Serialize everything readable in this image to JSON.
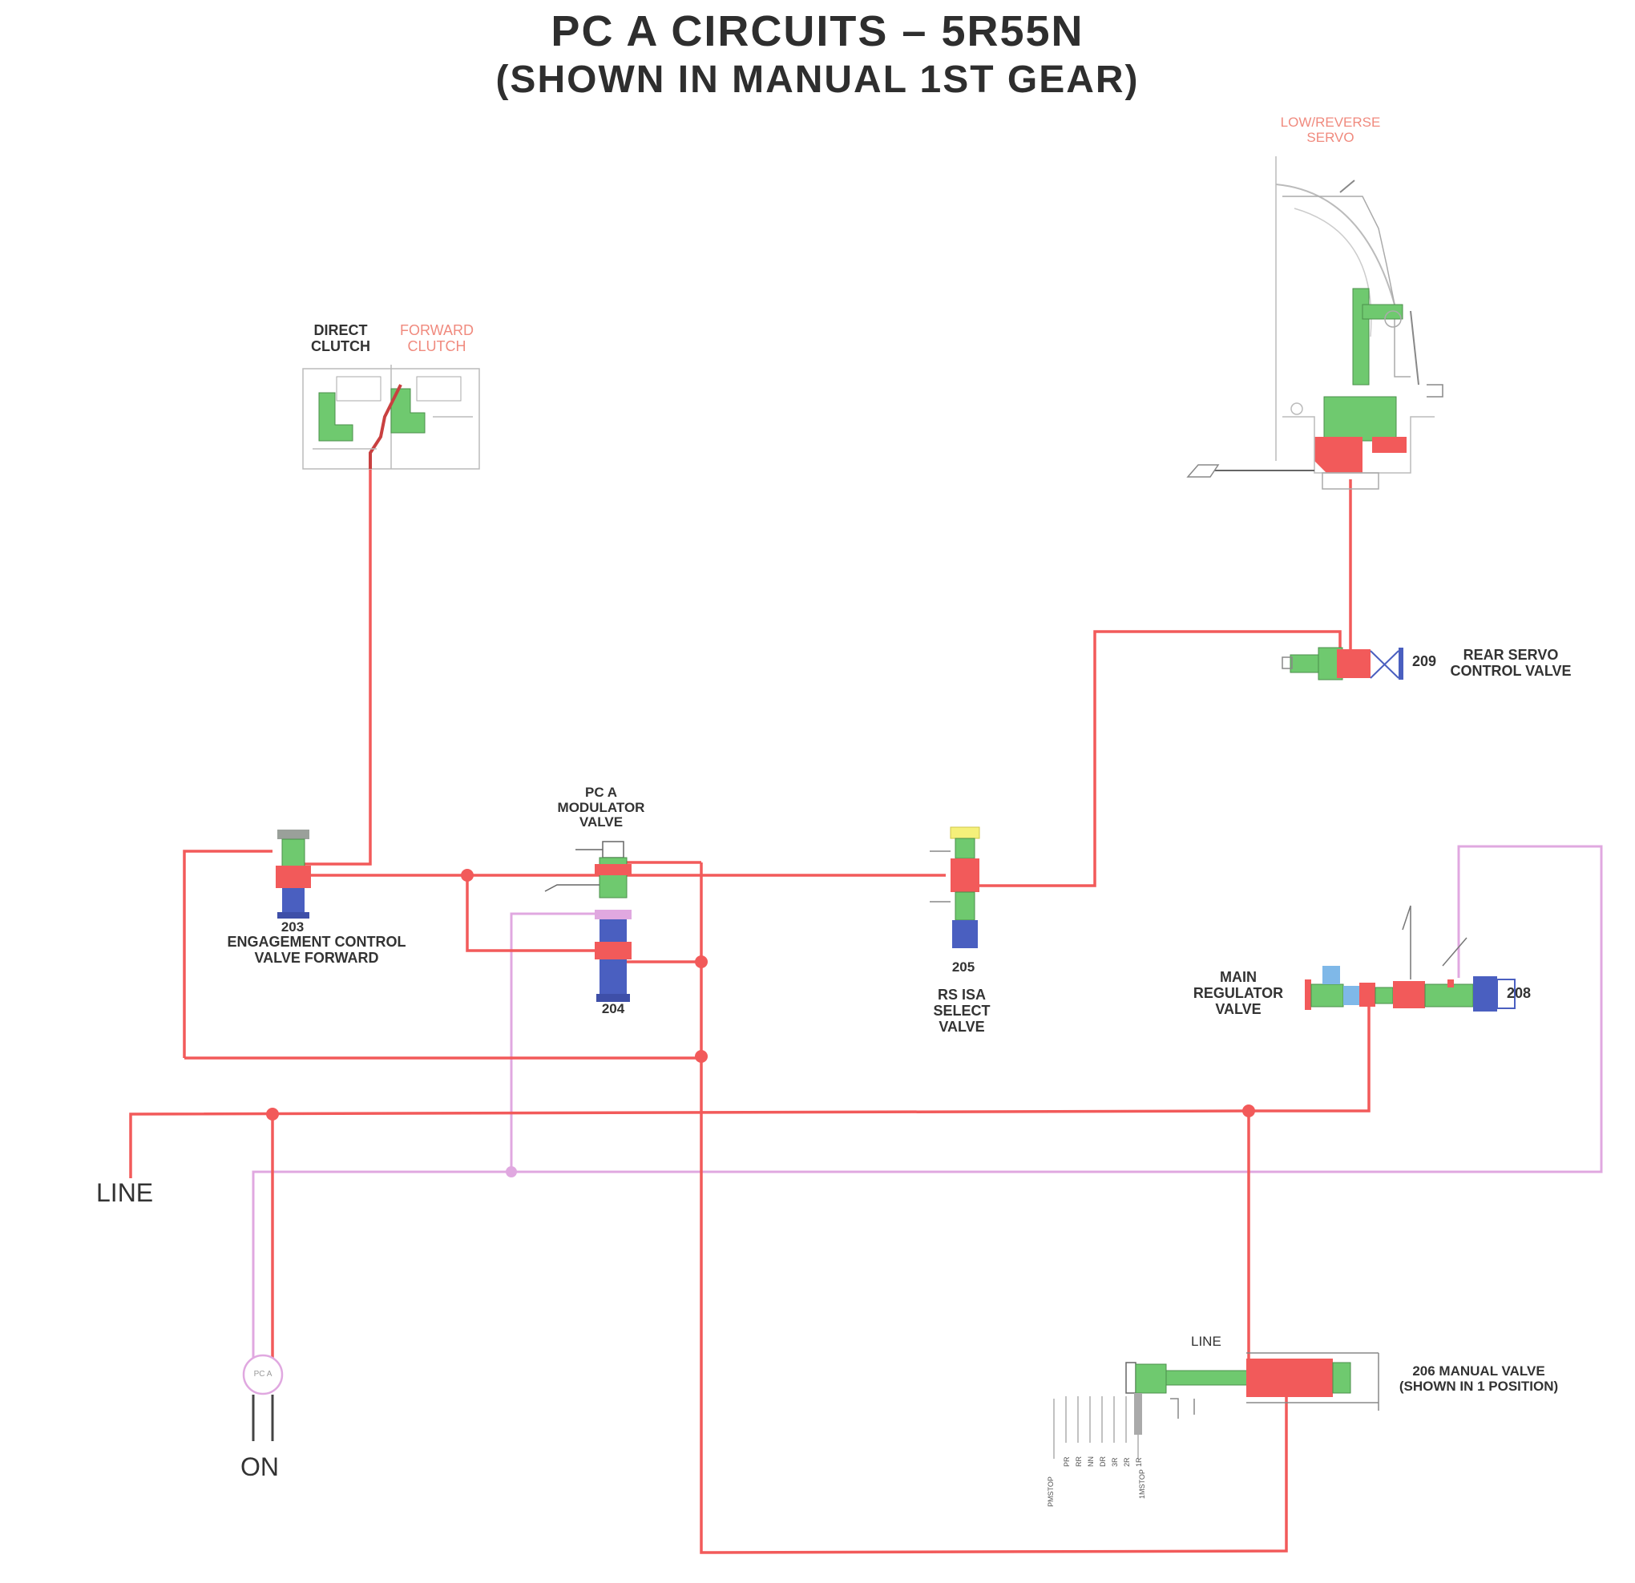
{
  "title": {
    "line1": "PC A CIRCUITS – 5R55N",
    "line2": "(SHOWN IN MANUAL 1ST GEAR)"
  },
  "labels": {
    "low_reverse_servo": [
      "LOW/REVERSE",
      "SERVO"
    ],
    "direct_clutch": [
      "DIRECT",
      "CLUTCH"
    ],
    "forward_clutch": [
      "FORWARD",
      "CLUTCH"
    ],
    "rear_servo_number": "209",
    "rear_servo": [
      "REAR SERVO",
      "CONTROL VALVE"
    ],
    "pca_modulator": [
      "PC A",
      "MODULATOR",
      "VALVE"
    ],
    "engagement_number": "203",
    "engagement": [
      "ENGAGEMENT CONTROL",
      "VALVE FORWARD"
    ],
    "pca_modulator_number": "204",
    "rs_isa_number": "205",
    "rs_isa": [
      "RS ISA",
      "SELECT",
      "VALVE"
    ],
    "main_regulator": [
      "MAIN",
      "REGULATOR",
      "VALVE"
    ],
    "main_regulator_number": "208",
    "line_left": "LINE",
    "solenoid_tag": "PC A",
    "on": "ON",
    "manual_line": "LINE",
    "manual_valve": [
      "206 MANUAL VALVE",
      "(SHOWN IN 1 POSITION)"
    ],
    "manual_positions": [
      "PR",
      "RR",
      "NN",
      "DR",
      "3R",
      "2R",
      "1R"
    ],
    "manual_stop_left": "PMSTOP",
    "manual_stop_right": "1MSTOP"
  },
  "colors": {
    "line_pressure": "#f25a5a",
    "pca_pressure": "#e0a8e0",
    "spool": "#6fc96f",
    "spring_end": "#4a5fc0",
    "exhaust": "#f5f07a"
  }
}
